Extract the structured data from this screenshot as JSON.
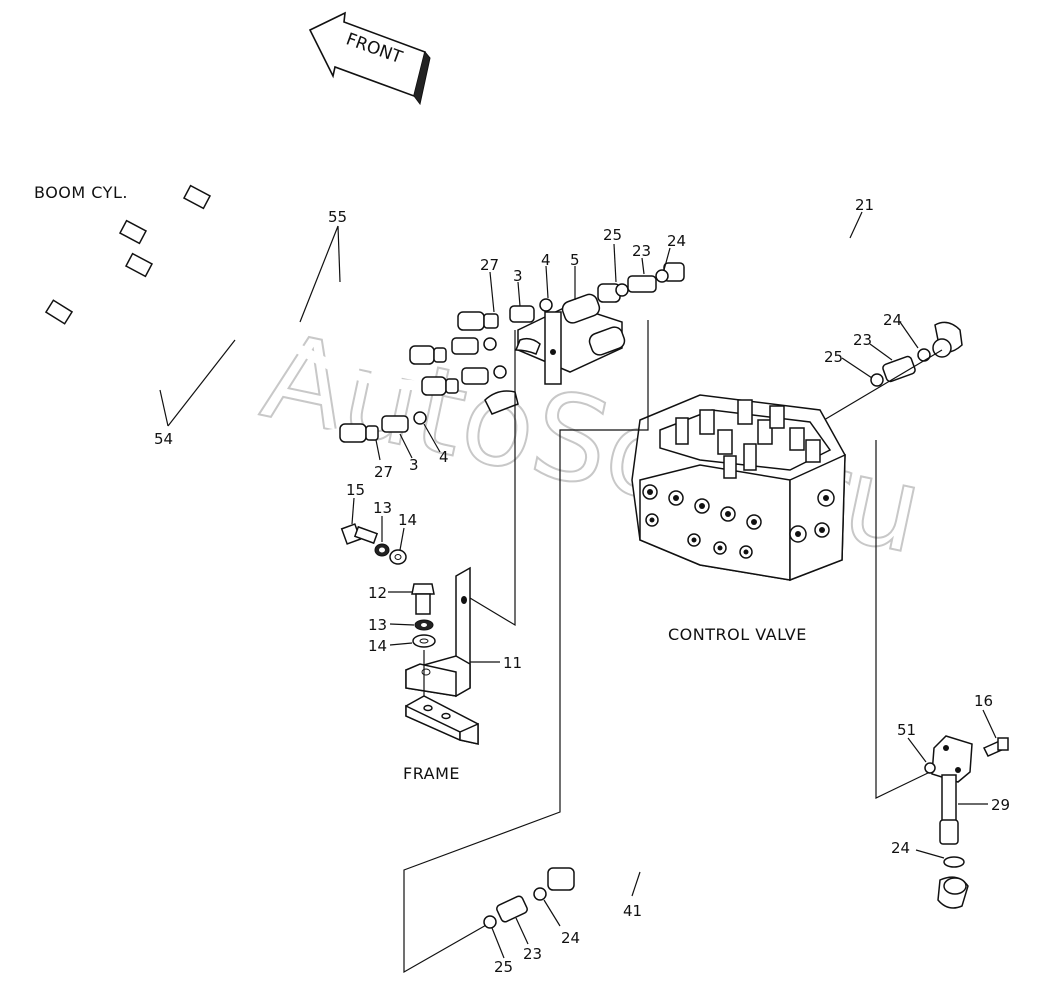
{
  "diagram": {
    "front_label": "FRONT",
    "captions": {
      "boom_cyl": "BOOM CYL.",
      "control_valve": "CONTROL VALVE",
      "frame": "FRAME"
    },
    "watermark": "AutoSoft.ru",
    "callouts": {
      "c55": "55",
      "c54": "54",
      "c27a": "27",
      "c3a": "3",
      "c4a": "4",
      "c5": "5",
      "c25a": "25",
      "c23a": "23",
      "c24a": "24",
      "c21": "21",
      "c24b": "24",
      "c23b": "23",
      "c25b": "25",
      "c27b": "27",
      "c3b": "3",
      "c4b": "4",
      "c15": "15",
      "c13a": "13",
      "c14a": "14",
      "c12": "12",
      "c13b": "13",
      "c14b": "14",
      "c11": "11",
      "c16": "16",
      "c51": "51",
      "c29": "29",
      "c24c": "24",
      "c41": "41",
      "c24d": "24",
      "c23c": "23",
      "c25c": "25"
    }
  }
}
